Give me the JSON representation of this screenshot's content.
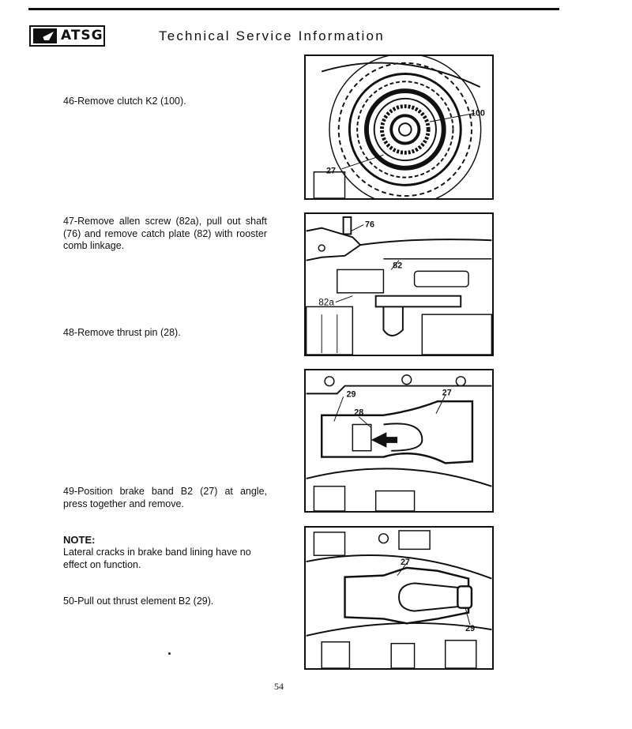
{
  "header": {
    "logo_text": "ATSG",
    "title": "Technical Service Information"
  },
  "steps": [
    {
      "text": "46-Remove clutch K2 (100)."
    },
    {
      "text": "47-Remove allen screw (82a), pull out shaft (76) and remove catch plate (82) with rooster comb linkage."
    },
    {
      "text": "48-Remove thrust pin (28)."
    },
    {
      "text": "49-Position brake band B2 (27) at angle, press together and remove."
    },
    {
      "text": "50-Pull out thrust element B2 (29)."
    }
  ],
  "note": {
    "label": "NOTE:",
    "text": "Lateral cracks in brake band lining have no effect on function."
  },
  "figures": [
    {
      "callouts": [
        "100",
        "27"
      ]
    },
    {
      "callouts": [
        "76",
        "82",
        "82a"
      ]
    },
    {
      "callouts": [
        "29",
        "28",
        "27"
      ]
    },
    {
      "callouts": [
        "27",
        "29"
      ]
    }
  ],
  "footer": {
    "page_number": "54"
  }
}
